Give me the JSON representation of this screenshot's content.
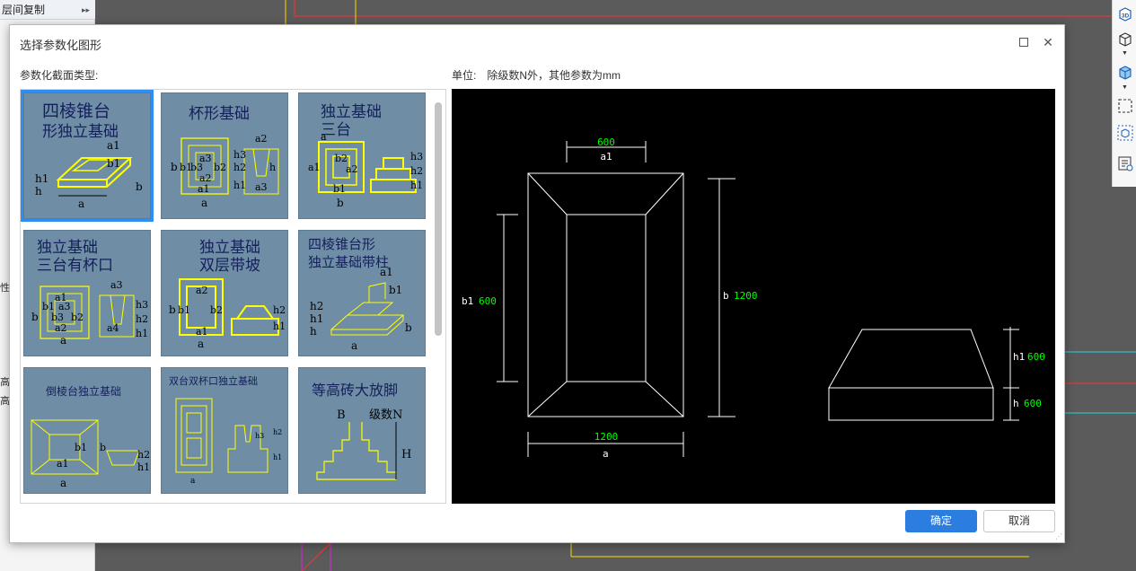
{
  "background_app": {
    "floor_copy_label": "层间复制",
    "edge_labels": [
      "性",
      "高",
      "高"
    ]
  },
  "right_toolbar": {
    "items": [
      {
        "icon": "3d-view-icon",
        "label": "3D"
      },
      {
        "icon": "cube-outline-icon"
      },
      {
        "icon": "cube-solid-icon"
      },
      {
        "icon": "selection-box-icon"
      },
      {
        "icon": "cube-dashed-icon"
      },
      {
        "icon": "list-view-icon"
      }
    ]
  },
  "dialog": {
    "title": "选择参数化图形",
    "section_type_label": "参数化截面类型:",
    "unit_label": "单位:",
    "unit_text": "除级数N外，其他参数为mm",
    "ok_label": "确定",
    "cancel_label": "取消"
  },
  "gallery": {
    "selected_index": 0,
    "tiles": [
      {
        "title_lines": [
          "四棱锥台",
          "形独立基础"
        ],
        "labels": [
          "a1",
          "b1",
          "h1",
          "h",
          "b",
          "a"
        ]
      },
      {
        "title_lines": [
          "杯形基础"
        ],
        "labels": [
          "a2",
          "b",
          "b1",
          "b3",
          "a3",
          "b2",
          "a2",
          "a1",
          "a",
          "h3",
          "h2",
          "h1",
          "h",
          "a3"
        ]
      },
      {
        "title_lines": [
          "独立基础",
          "三台"
        ],
        "labels": [
          "a",
          "a1",
          "b2",
          "a2",
          "b1",
          "b",
          "h3",
          "h2",
          "h1"
        ]
      },
      {
        "title_lines": [
          "独立基础",
          "三台有杯口"
        ],
        "labels": [
          "a1",
          "a3",
          "b1",
          "a3",
          "b",
          "b3",
          "b2",
          "a2",
          "a",
          "a4",
          "h3",
          "h2",
          "h1"
        ]
      },
      {
        "title_lines": [
          "独立基础",
          "双层带坡"
        ],
        "labels": [
          "a2",
          "b",
          "b1",
          "b2",
          "a1",
          "a",
          "h2",
          "h1"
        ]
      },
      {
        "title_lines": [
          "四棱锥台形",
          "独立基础带柱"
        ],
        "labels": [
          "a1",
          "b1",
          "h2",
          "h1",
          "h",
          "a",
          "b"
        ]
      },
      {
        "title_lines": [
          "倒棱台独立基础"
        ],
        "labels": [
          "b1",
          "b",
          "a1",
          "a",
          "h2",
          "h1"
        ]
      },
      {
        "title_lines": [
          "双台双杯口独立基础"
        ],
        "labels": [
          "h3",
          "h2",
          "h1",
          "a"
        ]
      },
      {
        "title_lines": [
          "等高砖大放脚"
        ],
        "labels": [
          "B",
          "级数N",
          "H"
        ]
      }
    ]
  },
  "preview": {
    "dims": {
      "a1": {
        "label": "a1",
        "value": "600"
      },
      "b1": {
        "label": "b1",
        "value": "600"
      },
      "b": {
        "label": "b",
        "value": "1200"
      },
      "a": {
        "label": "a",
        "value": "1200"
      },
      "h1": {
        "label": "h1",
        "value": "600"
      },
      "h": {
        "label": "h",
        "value": "600"
      }
    },
    "colors": {
      "line": "#ffffff",
      "value": "#00ff00"
    }
  }
}
